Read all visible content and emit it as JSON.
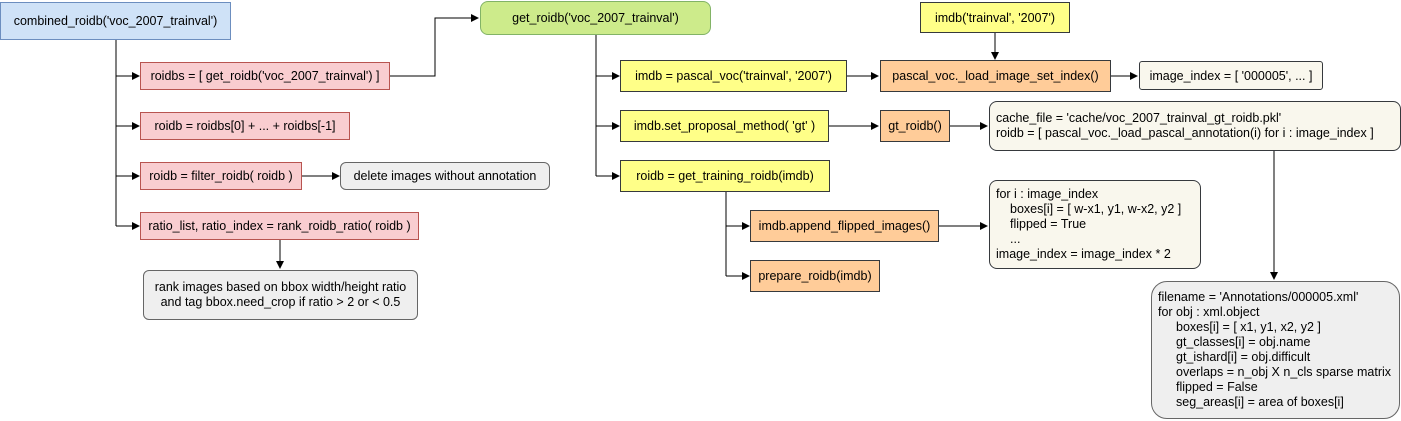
{
  "nodes": {
    "combined": "combined_roidb('voc_2007_trainval')",
    "roidbs": "roidbs = [ get_roidb('voc_2007_trainval') ]",
    "roidb_sum": "roidb = roidbs[0] + ... + roidbs[-1]",
    "filter": "roidb = filter_roidb( roidb )",
    "delete": "delete images without annotation",
    "ratio": "ratio_list, ratio_index = rank_roidb_ratio( roidb )",
    "rank_lines": [
      "rank images based on bbox width/height ratio",
      "and tag bbox.need_crop if ratio > 2 or < 0.5"
    ],
    "get_roidb": "get_roidb('voc_2007_trainval')",
    "imdb_top": "imdb('trainval', '2007')",
    "pascal": "imdb = pascal_voc('trainval', '2007')",
    "load_index": "pascal_voc._load_image_set_index()",
    "image_index": "image_index = [ '000005', ... ]",
    "proposal": "imdb.set_proposal_method( 'gt' )",
    "gt_roidb": "gt_roidb()",
    "cache_lines": [
      "cache_file = 'cache/voc_2007_trainval_gt_roidb.pkl'",
      "roidb = [ pascal_voc._load_pascal_annotation(i) for i : image_index ]"
    ],
    "training": "roidb = get_training_roidb(imdb)",
    "flipped": "imdb.append_flipped_images()",
    "prepare": "prepare_roidb(imdb)",
    "flip_lines": [
      "for i : image_index",
      "boxes[i] = [ w-x1, y1, w-x2, y2 ]",
      "flipped = True",
      "...",
      "image_index = image_index * 2"
    ],
    "annot_lines": [
      "filename = 'Annotations/000005.xml'",
      "for obj : xml.object",
      "boxes[i] = [ x1, y1, x2, y2 ]",
      "gt_classes[i] = obj.name",
      "gt_ishard[i] = obj.difficult",
      "overlaps = n_obj X n_cls sparse matrix",
      "flipped = False",
      "seg_areas[i] = area of boxes[i]"
    ]
  },
  "colors": {
    "blue": "#cfe2f7",
    "green": "#cdeb8b",
    "yellow": "#ffff88",
    "pink": "#f9cdd0",
    "orange": "#ffcc99",
    "gray": "#efefef",
    "cream": "#f9f7ed",
    "edge": "#000000"
  }
}
